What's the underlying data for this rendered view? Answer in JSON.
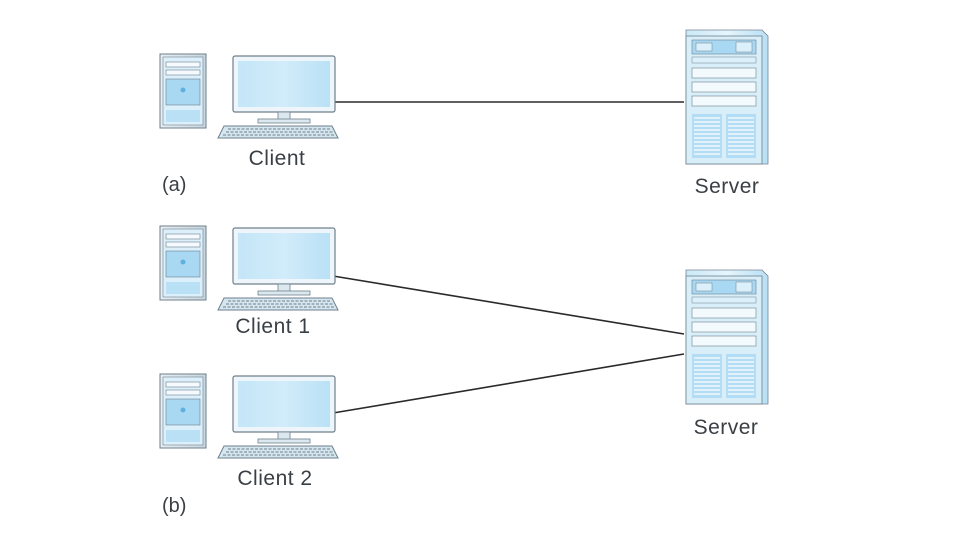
{
  "panels": [
    {
      "id": "a",
      "label": "(a)",
      "clients": [
        {
          "label": "Client"
        }
      ],
      "server": {
        "label": "Server"
      }
    },
    {
      "id": "b",
      "label": "(b)",
      "clients": [
        {
          "label": "Client 1"
        },
        {
          "label": "Client 2"
        }
      ],
      "server": {
        "label": "Server"
      }
    }
  ],
  "colors": {
    "device_light": "#dcf0fb",
    "device_mid": "#a9d8f2",
    "device_dark": "#5fb2df",
    "device_outline": "#6f7f8c",
    "screen": "#bfe3f7",
    "link": "#2a2a2a"
  },
  "icons": {
    "client": "desktop-computer-icon",
    "server": "server-tower-icon"
  }
}
